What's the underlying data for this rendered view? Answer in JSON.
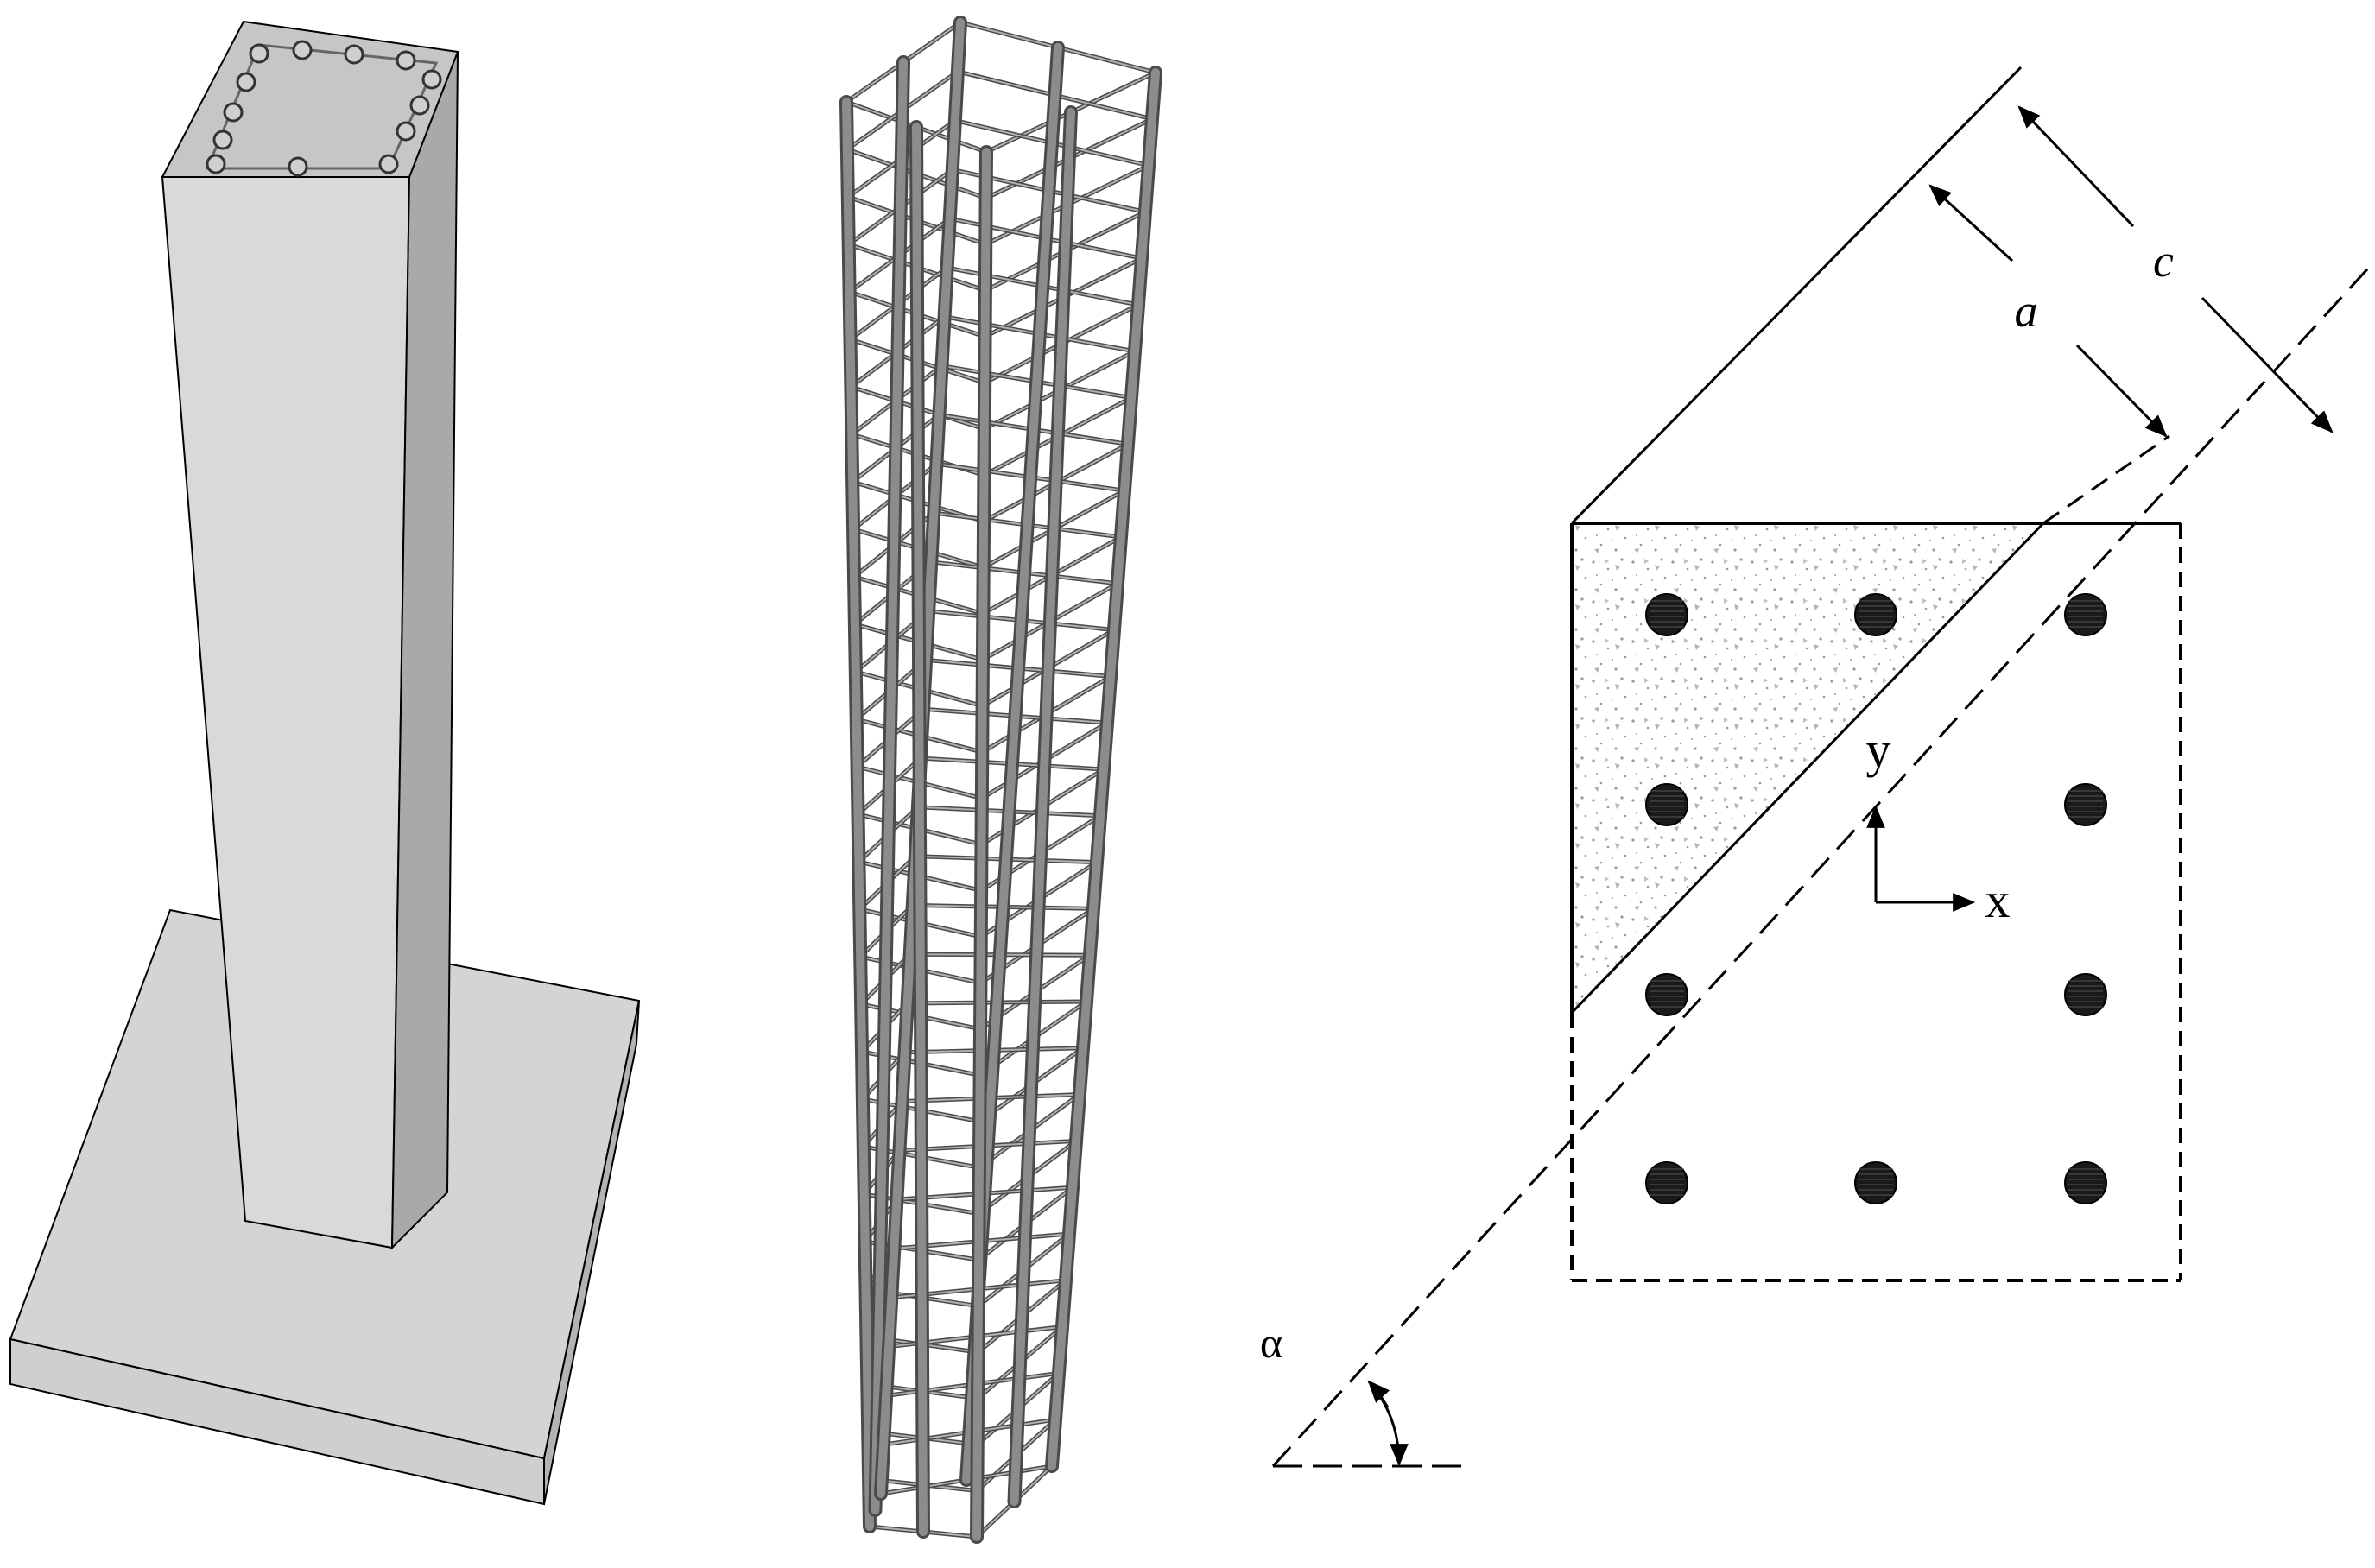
{
  "labels": {
    "dim_a": "a",
    "dim_c": "c",
    "axis_x": "x",
    "axis_y": "y",
    "angle": "α"
  },
  "colors": {
    "concrete_fill": "#d9d9d9",
    "concrete_side": "#a9a9a9",
    "concrete_top": "#c6c6c6",
    "footing_top": "#d4d4d4",
    "footing_front": "#cfcfcf",
    "footing_side": "#b3b3b3",
    "rebar": "#8c8c8c",
    "rebar_edge": "#4a4a4a",
    "line": "#000000",
    "bar_fill": "#1a1a1a",
    "aggregate": "#9a9a9a"
  },
  "section": {
    "rebar_grid": {
      "rows": 4,
      "cols": 3,
      "present": [
        [
          true,
          true,
          true
        ],
        [
          true,
          false,
          true
        ],
        [
          true,
          false,
          true
        ],
        [
          true,
          true,
          true
        ]
      ]
    }
  }
}
